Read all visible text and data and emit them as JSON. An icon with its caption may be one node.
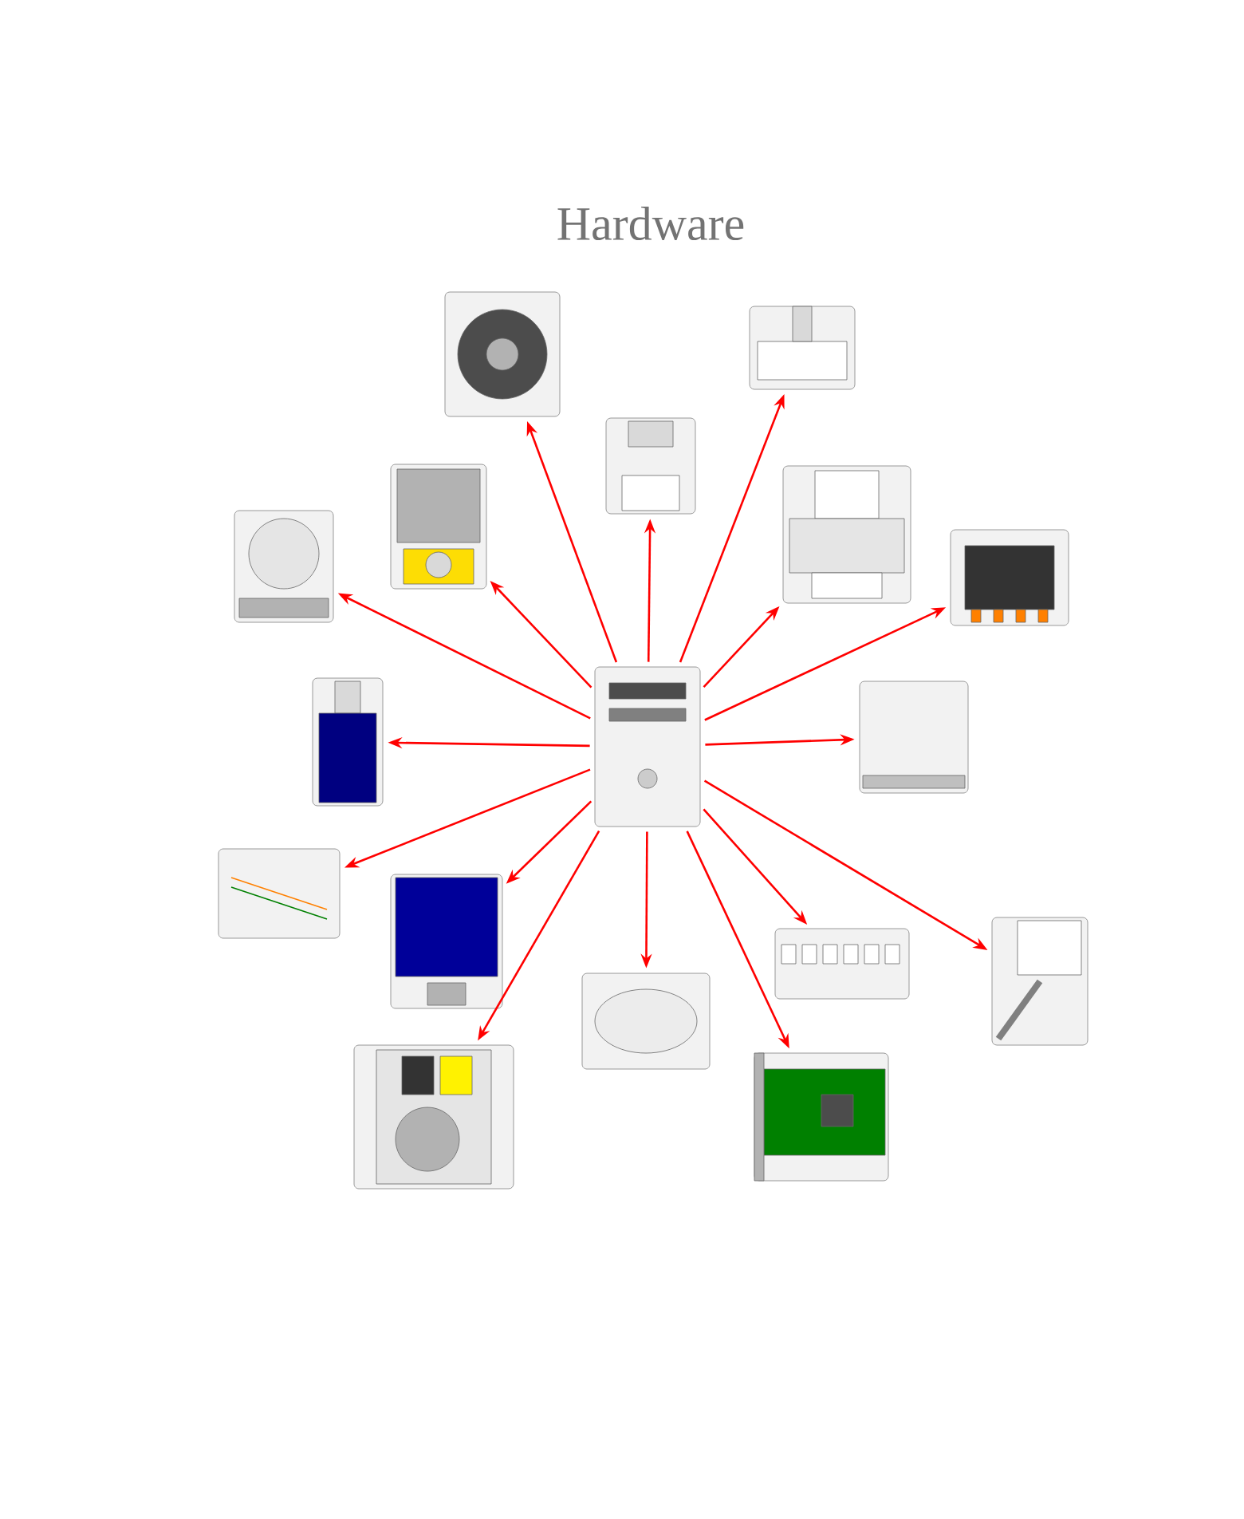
{
  "diagram": {
    "title": "Hardware",
    "nodes": [
      {
        "text": [],
        "shape": "picture"
      },
      {
        "text": [],
        "shape": "picture"
      },
      {
        "text": [],
        "shape": "picture"
      },
      {
        "text": [],
        "shape": "picture"
      },
      {
        "text": [],
        "shape": "picture"
      },
      {
        "text": [],
        "shape": "picture"
      },
      {
        "text": [],
        "shape": "picture"
      },
      {
        "text": [],
        "shape": "picture"
      },
      {
        "text": [],
        "shape": "picture"
      },
      {
        "text": [],
        "shape": "picture"
      },
      {
        "text": [],
        "shape": "picture"
      },
      {
        "text": [],
        "shape": "picture"
      },
      {
        "text": [],
        "shape": "picture"
      },
      {
        "text": [],
        "shape": "picture"
      },
      {
        "text": [],
        "shape": "picture"
      },
      {
        "text": [],
        "shape": "picture"
      },
      {
        "text": [],
        "shape": "picture"
      }
    ],
    "edges": [
      {
        "from": 0,
        "to": 1,
        "arrow": "to"
      },
      {
        "from": 0,
        "to": 2,
        "arrow": "to"
      },
      {
        "from": 0,
        "to": 3,
        "arrow": "to"
      },
      {
        "from": 0,
        "to": 4,
        "arrow": "to"
      },
      {
        "from": 0,
        "to": 5,
        "arrow": "to"
      },
      {
        "from": 0,
        "to": 6,
        "arrow": "to"
      },
      {
        "from": 0,
        "to": 7,
        "arrow": "to"
      },
      {
        "from": 0,
        "to": 8,
        "arrow": "to"
      },
      {
        "from": 0,
        "to": 9,
        "arrow": "to"
      },
      {
        "from": 0,
        "to": 10,
        "arrow": "to"
      },
      {
        "from": 0,
        "to": 11,
        "arrow": "to"
      },
      {
        "from": 0,
        "to": 12,
        "arrow": "to"
      },
      {
        "from": 0,
        "to": 13,
        "arrow": "to"
      },
      {
        "from": 0,
        "to": 14,
        "arrow": "to"
      },
      {
        "from": 0,
        "to": 15,
        "arrow": "to"
      },
      {
        "from": 0,
        "to": 16,
        "arrow": "to"
      }
    ]
  }
}
